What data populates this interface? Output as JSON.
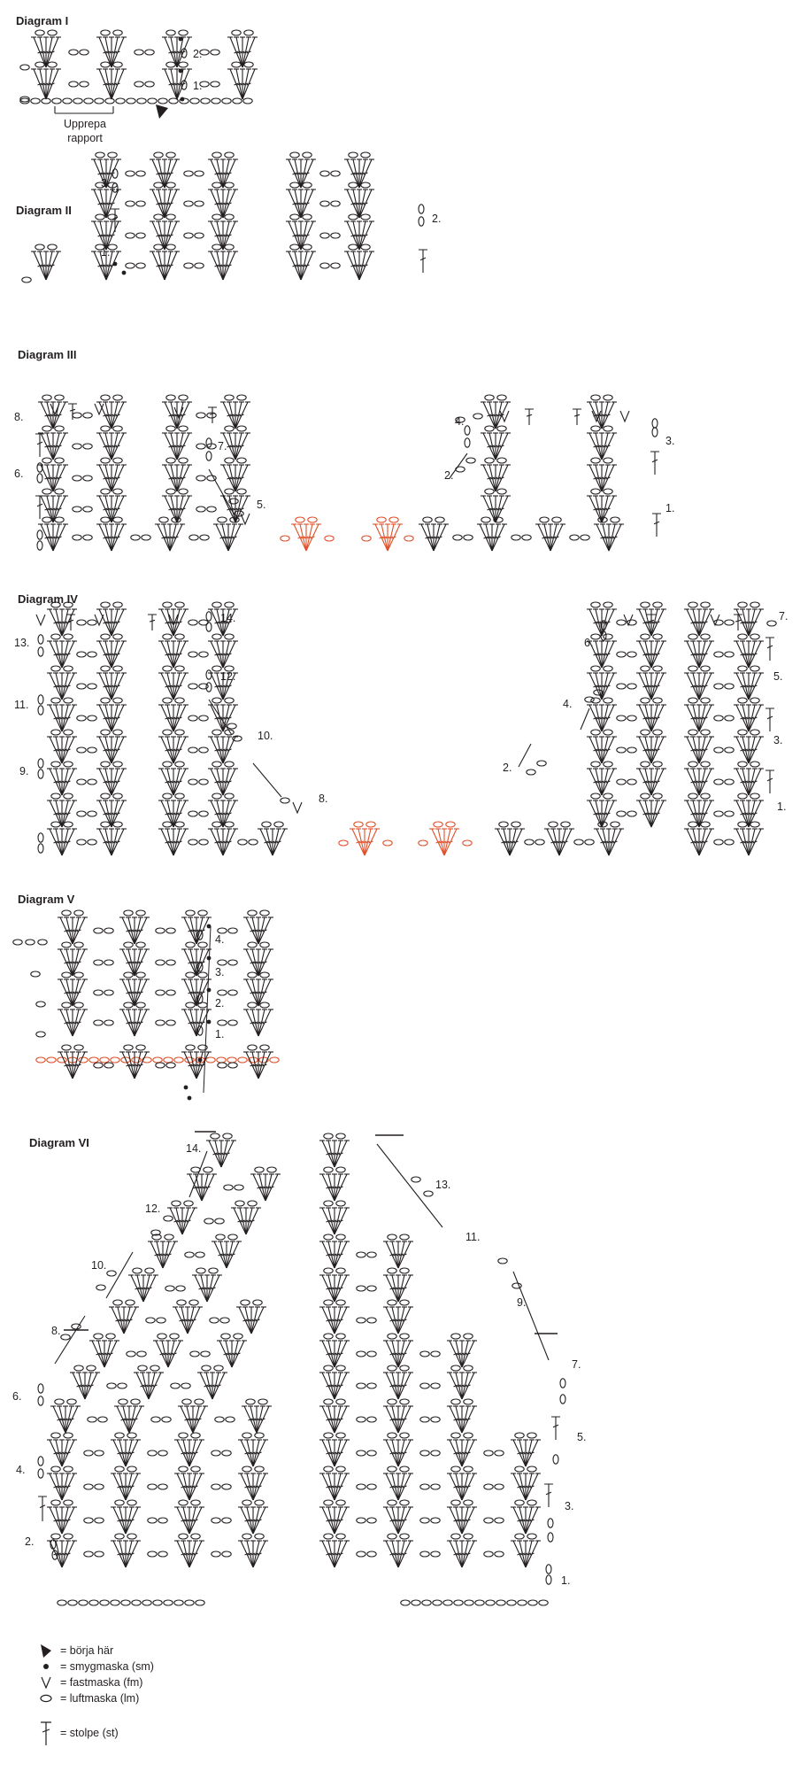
{
  "diagrams": {
    "d1": {
      "title": "Diagram I",
      "row_labels": [
        "1.",
        "2."
      ],
      "note": "Upprepa rapport"
    },
    "d2": {
      "title": "Diagram II",
      "row_labels": [
        "1.",
        "2.",
        "3."
      ]
    },
    "d3": {
      "title": "Diagram III",
      "row_labels": [
        "1.",
        "2.",
        "3.",
        "4.",
        "5.",
        "6.",
        "7.",
        "8."
      ]
    },
    "d4": {
      "title": "Diagram IV",
      "row_labels": [
        "1.",
        "2.",
        "3.",
        "4.",
        "5.",
        "6.",
        "7.",
        "8.",
        "9.",
        "10.",
        "11.",
        "12.",
        "13.",
        "14."
      ]
    },
    "d5": {
      "title": "Diagram V",
      "row_labels": [
        "1.",
        "2.",
        "3.",
        "4."
      ]
    },
    "d6": {
      "title": "Diagram VI",
      "row_labels": [
        "1.",
        "2.",
        "3.",
        "4.",
        "5.",
        "6.",
        "7.",
        "8.",
        "9.",
        "10.",
        "11.",
        "12.",
        "13.",
        "14."
      ]
    }
  },
  "legend": [
    {
      "symbol": "arrow-icon",
      "text": "= börja här"
    },
    {
      "symbol": "dot-icon",
      "text": "= smygmaska (sm)"
    },
    {
      "symbol": "v-icon",
      "text": "= fastmaska (fm)"
    },
    {
      "symbol": "oval-icon",
      "text": "= luftmaska (lm)"
    },
    {
      "symbol": "stitch-t-icon",
      "text": "= stolpe (st)"
    }
  ],
  "colors": {
    "ink": "#231f20",
    "highlight": "#e0502a"
  }
}
